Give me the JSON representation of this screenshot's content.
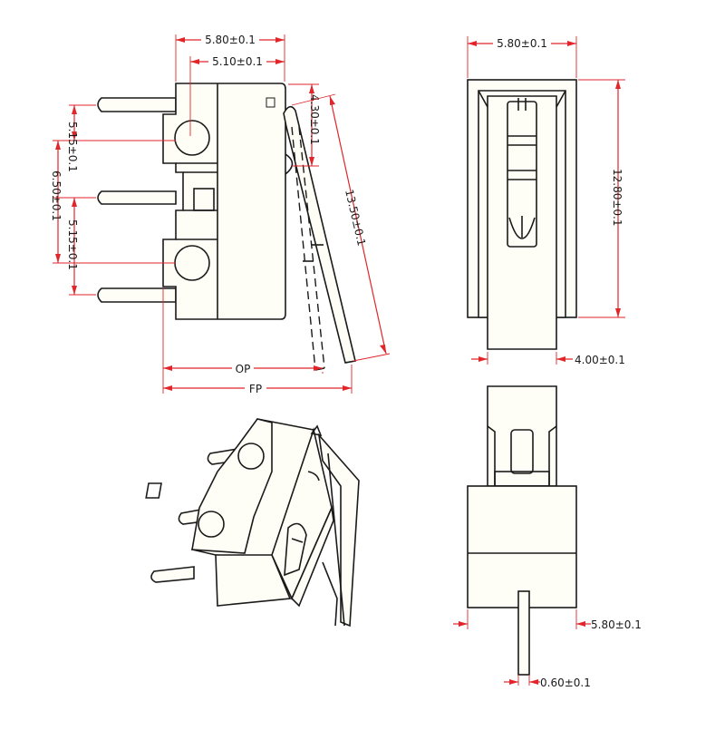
{
  "colors": {
    "outline": "#1a1a1a",
    "dimension": "#e0262b",
    "fill": "#fffef6"
  },
  "dimensions": {
    "side_width_outer": "5.80±0.1",
    "side_width_inner": "5.10±0.1",
    "lever_offset": "4.30±0.1",
    "lever_length": "13.50±0.1",
    "pin_spacing_top": "5.15±0.1",
    "pin_spacing_total": "6.50±0.1",
    "pin_spacing_bottom": "5.15±0.1",
    "op": "OP",
    "fp": "FP",
    "front_width": "5.80±0.1",
    "front_height": "12.80±0.1",
    "front_depth": "4.00±0.1",
    "bottom_width": "5.80±0.1",
    "pin_width": "0.60±0.1"
  }
}
